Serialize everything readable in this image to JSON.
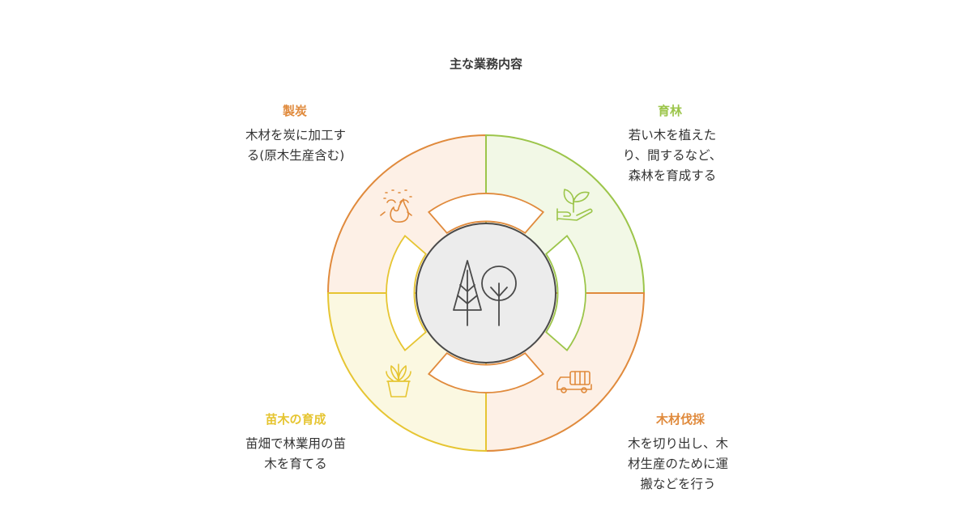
{
  "title": "主な業務内容",
  "colors": {
    "orange_stroke": "#e08a3c",
    "orange_fill": "#fdf0e6",
    "green_stroke": "#9cc54a",
    "green_fill": "#f2f8e6",
    "yellow_stroke": "#e6c532",
    "yellow_fill": "#fbf8e1",
    "center_fill": "#ececec",
    "center_stroke": "#4a4a4a"
  },
  "segments": [
    {
      "key": "seitan",
      "heading": "製炭",
      "description_lines": [
        "木材を炭に加工す",
        "る(原木生産含む)"
      ],
      "icon": "fire-icon",
      "color": "orange"
    },
    {
      "key": "ikurin",
      "heading": "育林",
      "description_lines": [
        "若い木を植えた",
        "り、間するなど、",
        "森林を育成する"
      ],
      "icon": "plant-hand-icon",
      "color": "green"
    },
    {
      "key": "bassai",
      "heading": "木材伐採",
      "description_lines": [
        "木を切り出し、木",
        "材生産のために運",
        "搬などを行う"
      ],
      "icon": "log-truck-icon",
      "color": "orange"
    },
    {
      "key": "naegi",
      "heading": "苗木の育成",
      "description_lines": [
        "苗畑で林業用の苗",
        "木を育てる"
      ],
      "icon": "potted-seedling-icon",
      "color": "yellow"
    }
  ],
  "center_icon": "trees-icon"
}
